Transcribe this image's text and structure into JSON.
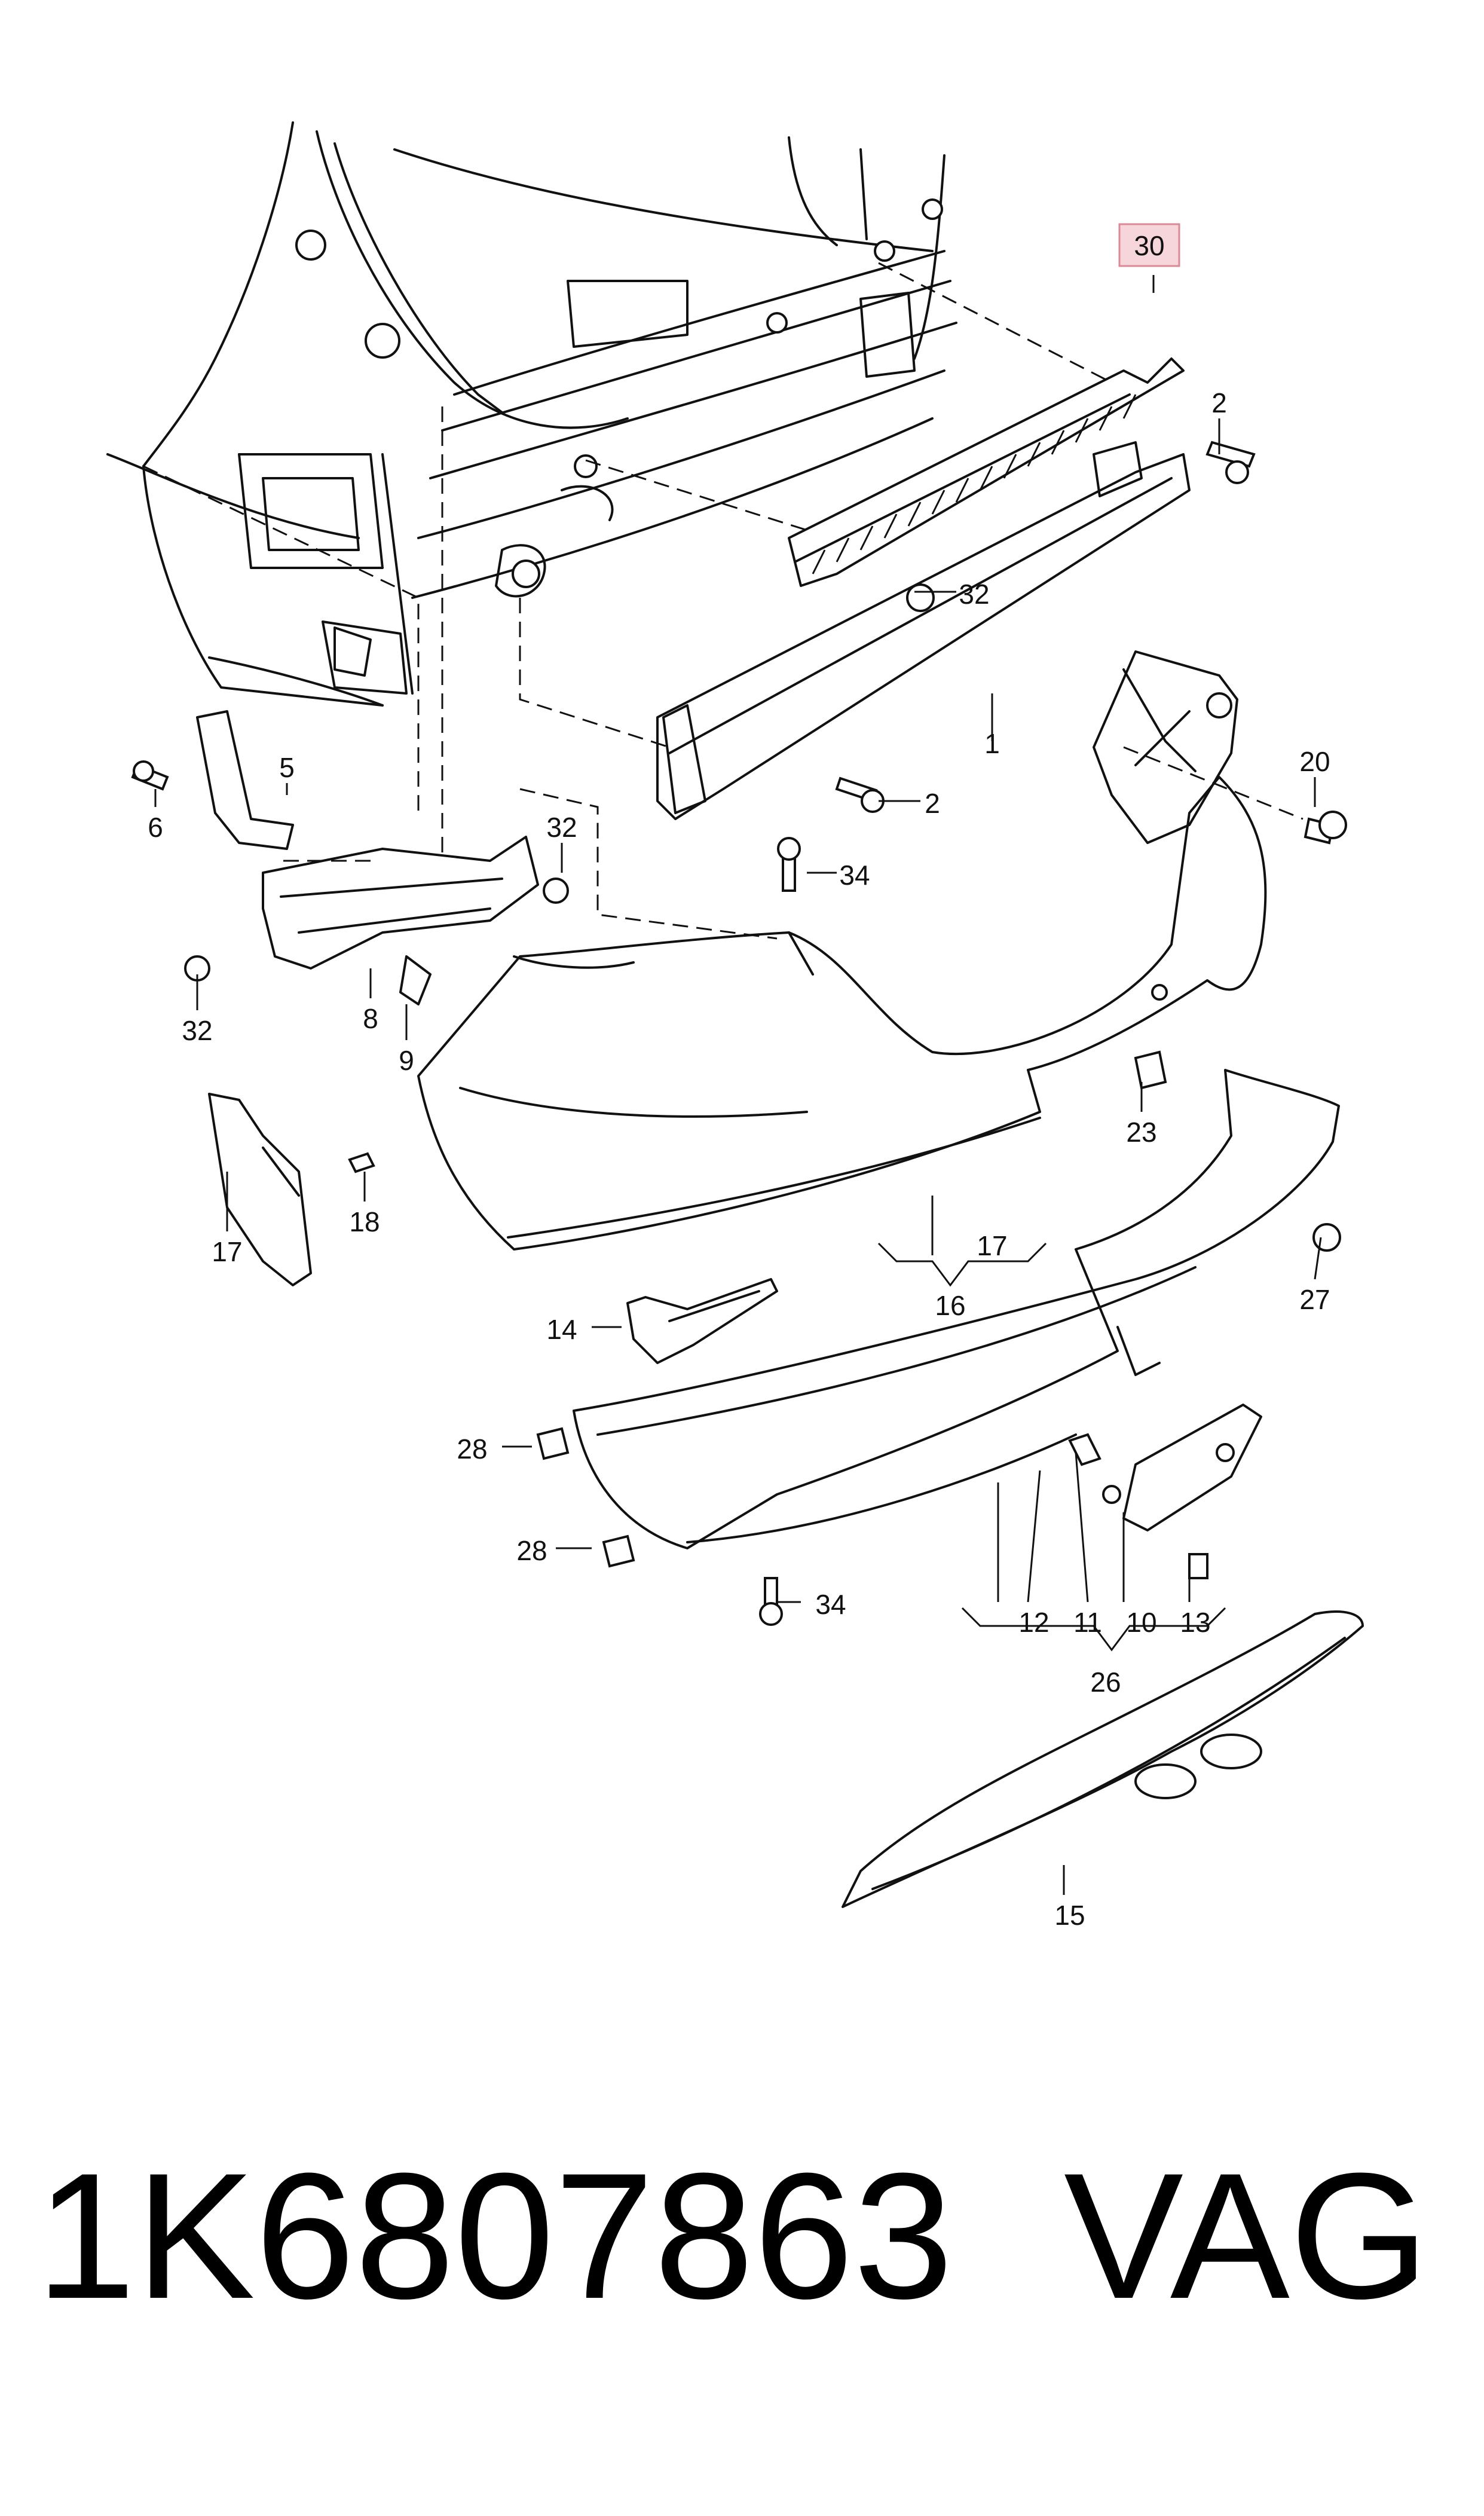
{
  "diagram": {
    "highlighted_label": "30",
    "labels": {
      "l1": "1",
      "l2a": "2",
      "l2b": "2",
      "l5": "5",
      "l6": "6",
      "l8": "8",
      "l9": "9",
      "l10": "10",
      "l11": "11",
      "l12": "12",
      "l13": "13",
      "l14": "14",
      "l15": "15",
      "l16": "16",
      "l17a": "17",
      "l17b": "17",
      "l18": "18",
      "l20": "20",
      "l23": "23",
      "l26": "26",
      "l27": "27",
      "l28a": "28",
      "l28b": "28",
      "l32a": "32",
      "l32b": "32",
      "l32c": "32",
      "l34a": "34",
      "l34b": "34"
    }
  },
  "caption": {
    "part_number": "1K6807863",
    "brand": "VAG"
  },
  "colors": {
    "line": "#111111",
    "highlight_fill": "#f6d6da",
    "highlight_stroke": "#d98a95"
  }
}
